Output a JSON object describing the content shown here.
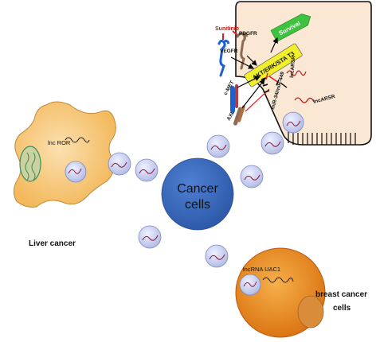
{
  "labels": {
    "center_cell_line1": "Cancer",
    "center_cell_line2": "cells",
    "liver_cancer": "Liver cancer",
    "breast_cancer_line1": "breast cancer",
    "breast_cancer_line2": "cells",
    "liver_lnc": "lnc ROR",
    "breast_lnc": "lncRNA UAC1",
    "drug_sunitinib": "Sunitinib",
    "receptor_vegfr": "VEGFR",
    "receptor_pdgfr": "PDGFR",
    "receptor_cmet": "c-MET",
    "receptor_axl": "AXL",
    "pathway_akt": "AKT/ERK/STA T3",
    "survival": "Survival",
    "mirna": "miR-34/miR-449",
    "lncarsr_inner": "lncARSR",
    "lncarsr_outer": "lncARSR"
  },
  "colors": {
    "center_cell": "#3f6fc0",
    "vesicle": "#c7cff0",
    "liver_cell": "#f8cc80",
    "breast_cell": "#e88b26",
    "target_cell": "#fbe8d4",
    "akt_box": "#f1ef2c",
    "survival_box": "#3fc23f",
    "inhibit": "#e02020"
  }
}
